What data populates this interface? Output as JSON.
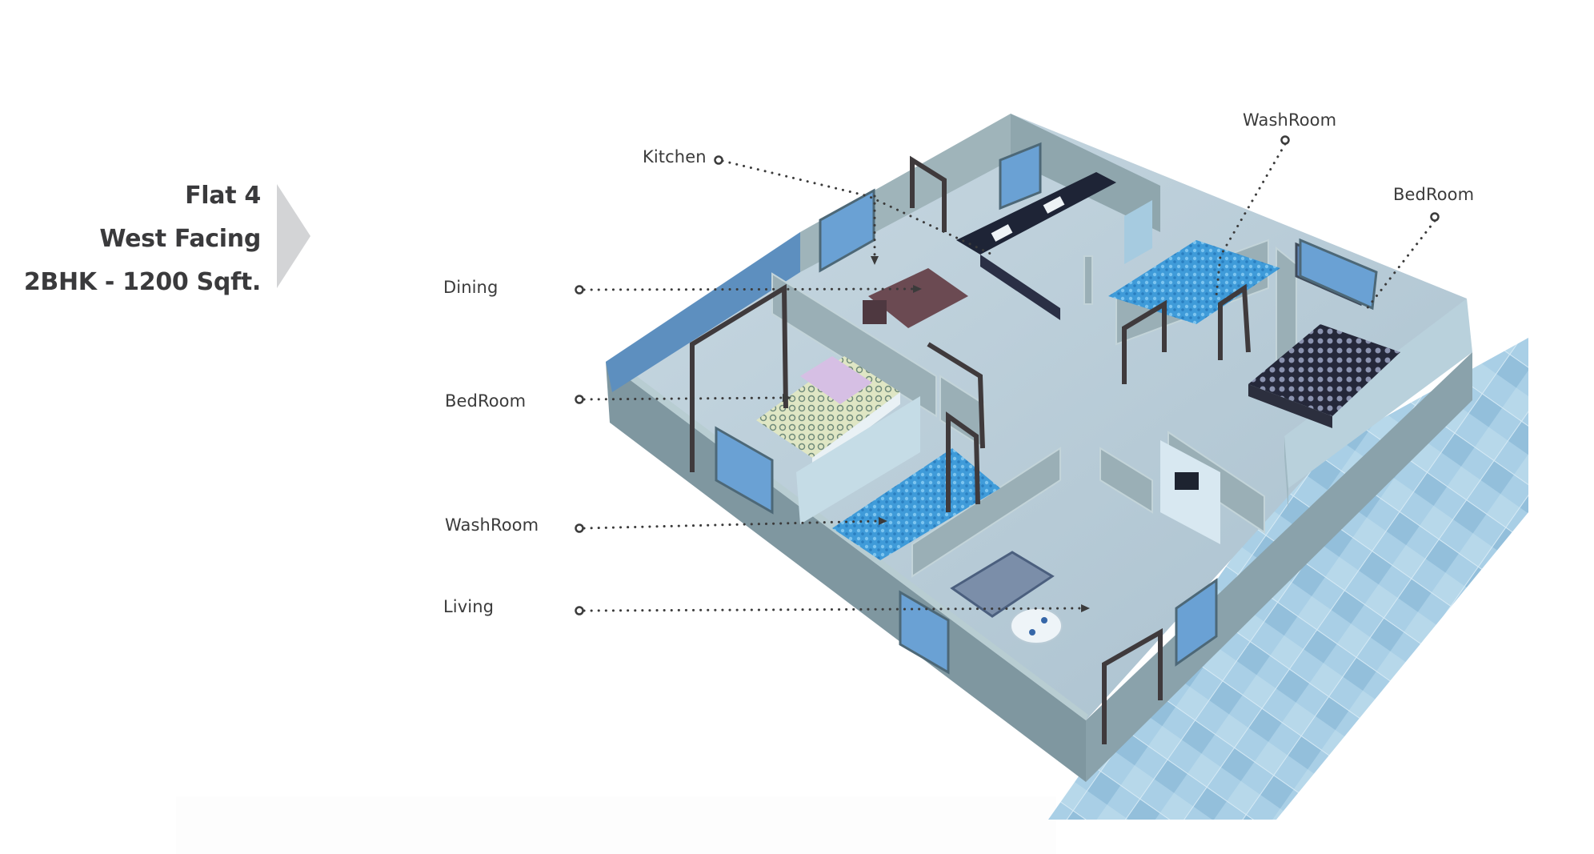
{
  "flat_info": {
    "flat": "Flat 4",
    "facing": "West Facing",
    "config": "2BHK - 1200 Sqft."
  },
  "room_labels": {
    "kitchen": "Kitchen",
    "dining": "Dining",
    "bedroom_left": "BedRoom",
    "washroom_left": "WashRoom",
    "living": "Living",
    "washroom_right": "WashRoom",
    "bedroom_right": "BedRoom"
  },
  "colors": {
    "heading_text": "#3a3a3c",
    "label_text": "#3b3b3b",
    "pointer_arrow": "#d3d4d6",
    "wall_outer": "#7f97a0",
    "wall_top": "#b8cdd2",
    "floor": "#b7cbd6",
    "tile_pool": "#4aa3dc",
    "outdoor_tiles": "#9cc6df"
  },
  "icons": {
    "pointer": "right-pointing triangle",
    "label_marker": "hollow circle with dotted leader line and arrowhead"
  }
}
